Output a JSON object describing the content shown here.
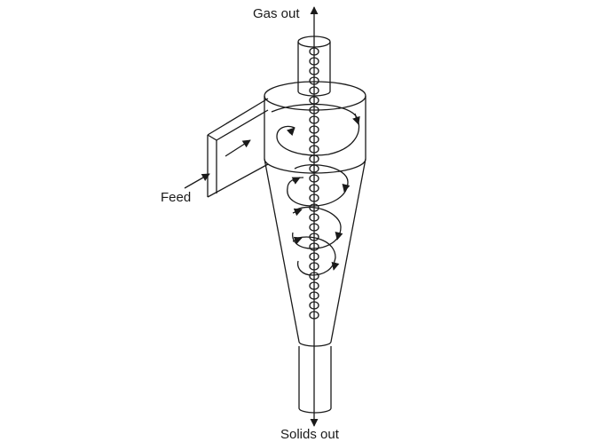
{
  "labels": {
    "gas_out": "Gas out",
    "feed": "Feed",
    "solids_out": "Solids out"
  },
  "colors": {
    "stroke": "#1a1a1a",
    "background": "#ffffff"
  }
}
